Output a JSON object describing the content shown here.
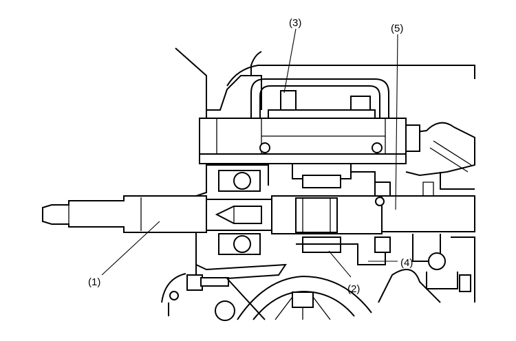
{
  "figure": {
    "callouts": [
      {
        "id": "1",
        "label": "(1)"
      },
      {
        "id": "2",
        "label": "(2)"
      },
      {
        "id": "3",
        "label": "(3)"
      },
      {
        "id": "4",
        "label": "(4)"
      },
      {
        "id": "5",
        "label": "(5)"
      }
    ]
  }
}
